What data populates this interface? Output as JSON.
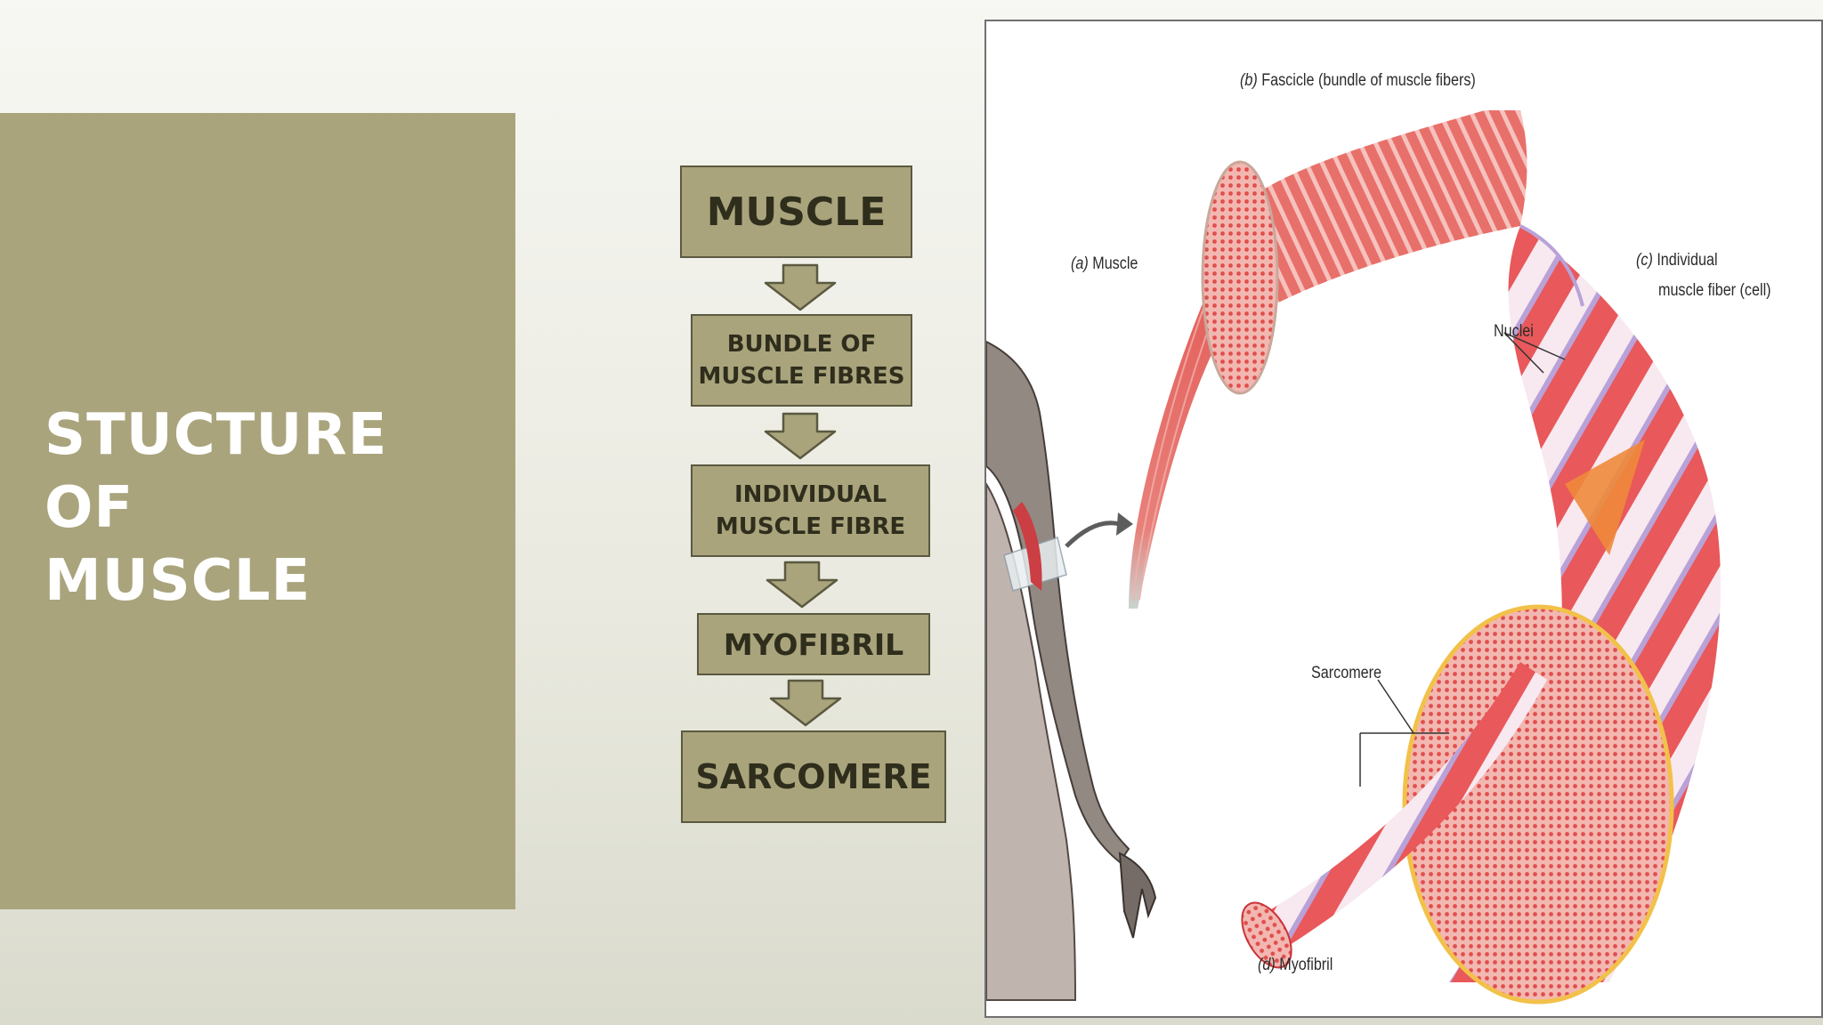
{
  "title": {
    "lines": [
      "STUCTURE",
      "OF",
      "MUSCLE"
    ]
  },
  "flow": {
    "boxes": [
      {
        "lines": [
          "MUSCLE"
        ]
      },
      {
        "lines": [
          "BUNDLE OF",
          "MUSCLE FIBRES"
        ]
      },
      {
        "lines": [
          "INDIVIDUAL",
          "MUSCLE FIBRE"
        ]
      },
      {
        "lines": [
          "MYOFIBRIL"
        ]
      },
      {
        "lines": [
          "SARCOMERE"
        ]
      }
    ]
  },
  "diagram": {
    "labels": {
      "fascicle_tag": "(b)",
      "fascicle_text": "Fascicle (bundle of muscle fibers)",
      "muscle_tag": "(a)",
      "muscle_text": "Muscle",
      "fiber_tag": "(c)",
      "fiber_text1": "Individual",
      "fiber_text2": "muscle fiber (cell)",
      "nuclei": "Nuclei",
      "sarcomere": "Sarcomere",
      "myofibril_tag": "(d)",
      "myofibril_text": "Myofibril"
    }
  },
  "colors": {
    "panel": "#a9a47c",
    "box_border": "#5b5940",
    "box_text": "#2f2d1c",
    "muscle_red": "#e05a57",
    "muscle_light": "#f4a9a4"
  }
}
